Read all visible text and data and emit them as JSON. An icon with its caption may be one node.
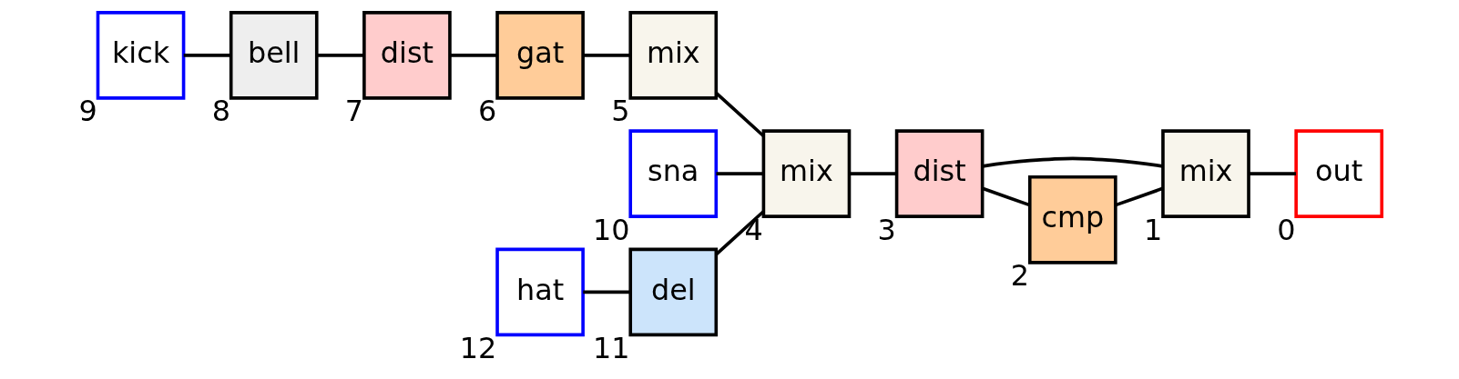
{
  "diagram": {
    "nodes": [
      {
        "text": [
          "kick"
        ],
        "beside": [
          "9"
        ]
      },
      {
        "text": [
          "bell"
        ],
        "beside": [
          "8"
        ]
      },
      {
        "text": [
          "dist"
        ],
        "beside": [
          "7"
        ]
      },
      {
        "text": [
          "gat"
        ],
        "beside": [
          "6"
        ]
      },
      {
        "text": [
          "mix"
        ],
        "beside": [
          "5"
        ]
      },
      {
        "text": [
          "sna"
        ],
        "beside": [
          "10"
        ]
      },
      {
        "text": [
          "mix"
        ],
        "beside": [
          "4"
        ]
      },
      {
        "text": [
          "dist"
        ],
        "beside": [
          "3"
        ]
      },
      {
        "text": [
          "mix"
        ],
        "beside": [
          "1"
        ]
      },
      {
        "text": [
          "out"
        ],
        "beside": [
          "0"
        ]
      },
      {
        "text": [
          "cmp"
        ],
        "beside": [
          "2"
        ]
      },
      {
        "text": [
          "hat"
        ],
        "beside": [
          "12"
        ]
      },
      {
        "text": [
          "del"
        ],
        "beside": [
          "11"
        ]
      }
    ],
    "edges": [
      {
        "from": 0,
        "to": 1,
        "arrow": "none"
      },
      {
        "from": 1,
        "to": 2,
        "arrow": "none"
      },
      {
        "from": 2,
        "to": 3,
        "arrow": "none"
      },
      {
        "from": 3,
        "to": 4,
        "arrow": "none"
      },
      {
        "from": 4,
        "to": 6,
        "arrow": "none"
      },
      {
        "from": 5,
        "to": 6,
        "arrow": "none"
      },
      {
        "from": 12,
        "to": 6,
        "arrow": "none"
      },
      {
        "from": 11,
        "to": 12,
        "arrow": "none"
      },
      {
        "from": 6,
        "to": 7,
        "arrow": "none"
      },
      {
        "from": 7,
        "to": 8,
        "arrow": "none"
      },
      {
        "from": 7,
        "to": 10,
        "arrow": "none"
      },
      {
        "from": 10,
        "to": 8,
        "arrow": "none"
      },
      {
        "from": 8,
        "to": 9,
        "arrow": "none"
      }
    ]
  }
}
